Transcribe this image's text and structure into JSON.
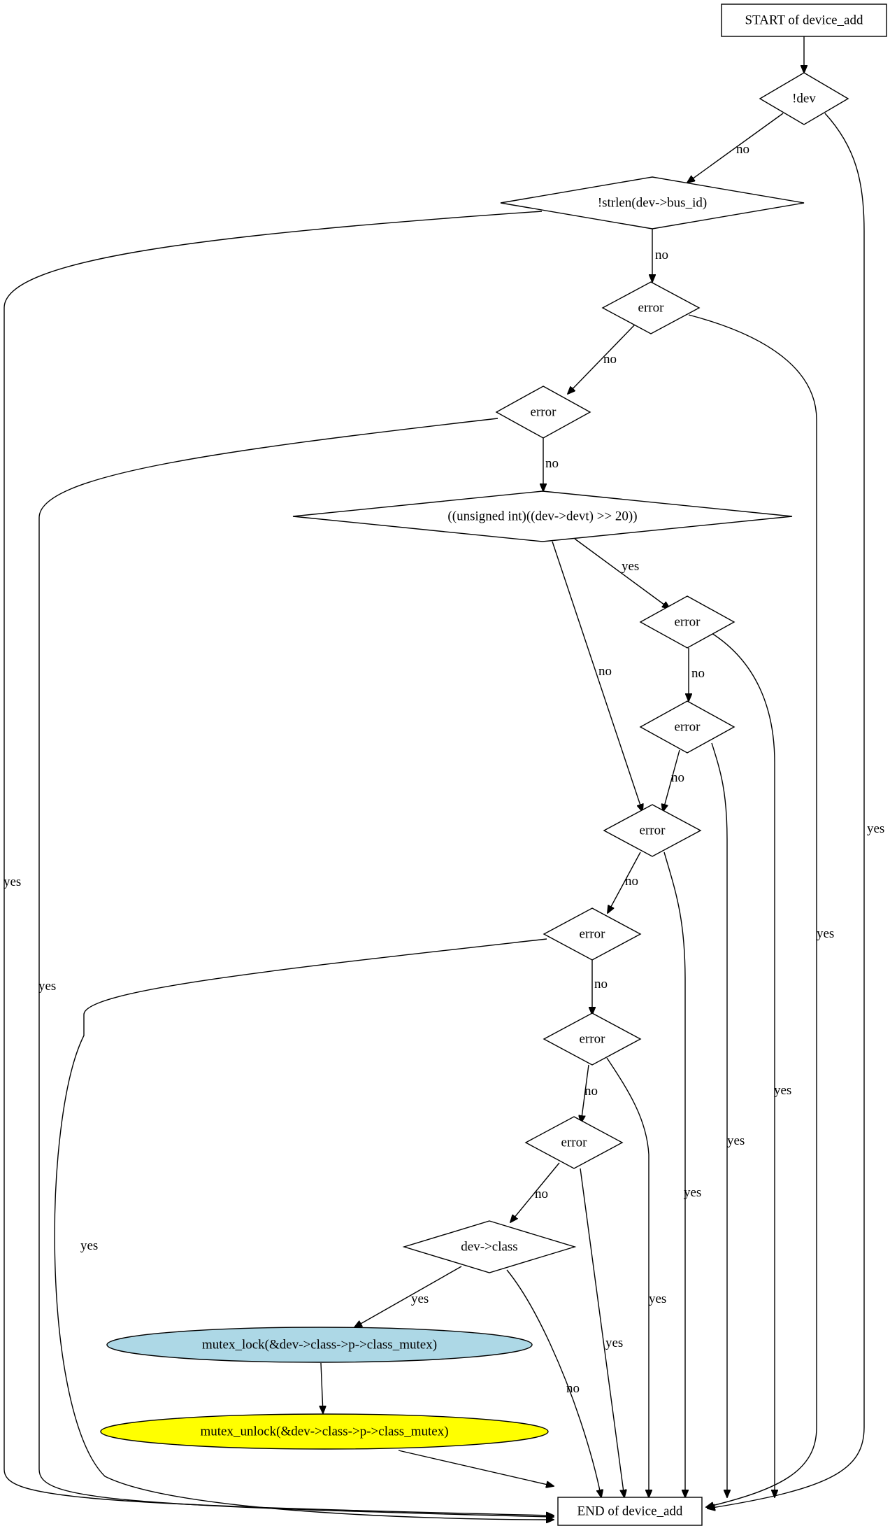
{
  "nodes": [
    {
      "id": "start",
      "label": "START of device_add",
      "shape": "box"
    },
    {
      "id": "d1",
      "label": "!dev",
      "shape": "diamond"
    },
    {
      "id": "d2",
      "label": "!strlen(dev->bus_id)",
      "shape": "diamond"
    },
    {
      "id": "d3",
      "label": "error",
      "shape": "diamond"
    },
    {
      "id": "d4",
      "label": "error",
      "shape": "diamond"
    },
    {
      "id": "d5",
      "label": "((unsigned int)((dev->devt) >> 20))",
      "shape": "diamond"
    },
    {
      "id": "d6",
      "label": "error",
      "shape": "diamond"
    },
    {
      "id": "d7",
      "label": "error",
      "shape": "diamond"
    },
    {
      "id": "d8",
      "label": "error",
      "shape": "diamond"
    },
    {
      "id": "d9",
      "label": "error",
      "shape": "diamond"
    },
    {
      "id": "d10",
      "label": "error",
      "shape": "diamond"
    },
    {
      "id": "d11",
      "label": "error",
      "shape": "diamond"
    },
    {
      "id": "d12",
      "label": "dev->class",
      "shape": "diamond"
    },
    {
      "id": "lock",
      "label": "mutex_lock(&dev->class->p->class_mutex)",
      "shape": "ellipse",
      "fill": "#add8e6"
    },
    {
      "id": "unlock",
      "label": "mutex_unlock(&dev->class->p->class_mutex)",
      "shape": "ellipse",
      "fill": "#ffff00"
    },
    {
      "id": "end",
      "label": "END of device_add",
      "shape": "box"
    }
  ],
  "edges": [
    {
      "id": "e1",
      "from": "start",
      "to": "d1",
      "label": ""
    },
    {
      "id": "e2",
      "from": "d1",
      "to": "d2",
      "label": "no"
    },
    {
      "id": "e3",
      "from": "d1",
      "to": "end",
      "label": "yes"
    },
    {
      "id": "e4",
      "from": "d2",
      "to": "d3",
      "label": "no"
    },
    {
      "id": "e5",
      "from": "d2",
      "to": "end",
      "label": "yes"
    },
    {
      "id": "e6",
      "from": "d3",
      "to": "d4",
      "label": "no"
    },
    {
      "id": "e7",
      "from": "d3",
      "to": "end",
      "label": "yes"
    },
    {
      "id": "e8",
      "from": "d4",
      "to": "d5",
      "label": "no"
    },
    {
      "id": "e9",
      "from": "d4",
      "to": "end",
      "label": "yes"
    },
    {
      "id": "e10",
      "from": "d5",
      "to": "d6",
      "label": "yes"
    },
    {
      "id": "e11",
      "from": "d5",
      "to": "d8",
      "label": "no"
    },
    {
      "id": "e12",
      "from": "d6",
      "to": "d7",
      "label": "no"
    },
    {
      "id": "e13",
      "from": "d6",
      "to": "end",
      "label": "yes"
    },
    {
      "id": "e14",
      "from": "d7",
      "to": "d8",
      "label": "no"
    },
    {
      "id": "e15",
      "from": "d7",
      "to": "end",
      "label": "yes"
    },
    {
      "id": "e16",
      "from": "d8",
      "to": "d9",
      "label": "no"
    },
    {
      "id": "e17",
      "from": "d8",
      "to": "end",
      "label": "yes"
    },
    {
      "id": "e18",
      "from": "d9",
      "to": "d10",
      "label": "no"
    },
    {
      "id": "e19",
      "from": "d9",
      "to": "end",
      "label": "yes"
    },
    {
      "id": "e20",
      "from": "d10",
      "to": "d11",
      "label": "no"
    },
    {
      "id": "e21",
      "from": "d10",
      "to": "end",
      "label": "yes"
    },
    {
      "id": "e22",
      "from": "d11",
      "to": "d12",
      "label": "no"
    },
    {
      "id": "e23",
      "from": "d11",
      "to": "end",
      "label": "yes"
    },
    {
      "id": "e24",
      "from": "d12",
      "to": "lock",
      "label": "yes"
    },
    {
      "id": "e25",
      "from": "d12",
      "to": "end",
      "label": "no"
    },
    {
      "id": "e26",
      "from": "lock",
      "to": "unlock",
      "label": ""
    },
    {
      "id": "e27",
      "from": "unlock",
      "to": "end",
      "label": ""
    }
  ]
}
